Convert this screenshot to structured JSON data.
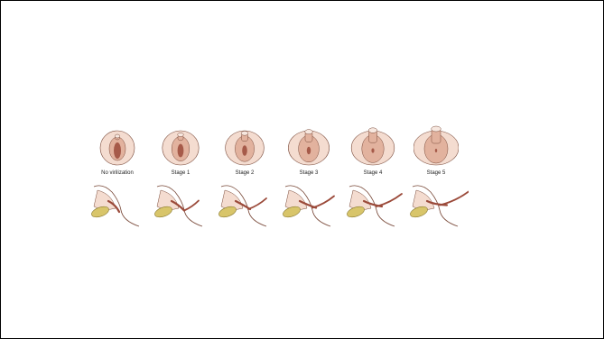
{
  "figure": {
    "stages": [
      {
        "label": "No virilization",
        "virilization_level": 0
      },
      {
        "label": "Stage 1",
        "virilization_level": 1
      },
      {
        "label": "Stage 2",
        "virilization_level": 2
      },
      {
        "label": "Stage 3",
        "virilization_level": 3
      },
      {
        "label": "Stage 4",
        "virilization_level": 4
      },
      {
        "label": "Stage 5",
        "virilization_level": 5
      }
    ],
    "colors": {
      "skin_light": "#f4dcd0",
      "skin_mid": "#e2b29e",
      "tissue_dark": "#9b4a3a",
      "outline": "#7a4a3a",
      "bone": "#d8c56a"
    }
  }
}
